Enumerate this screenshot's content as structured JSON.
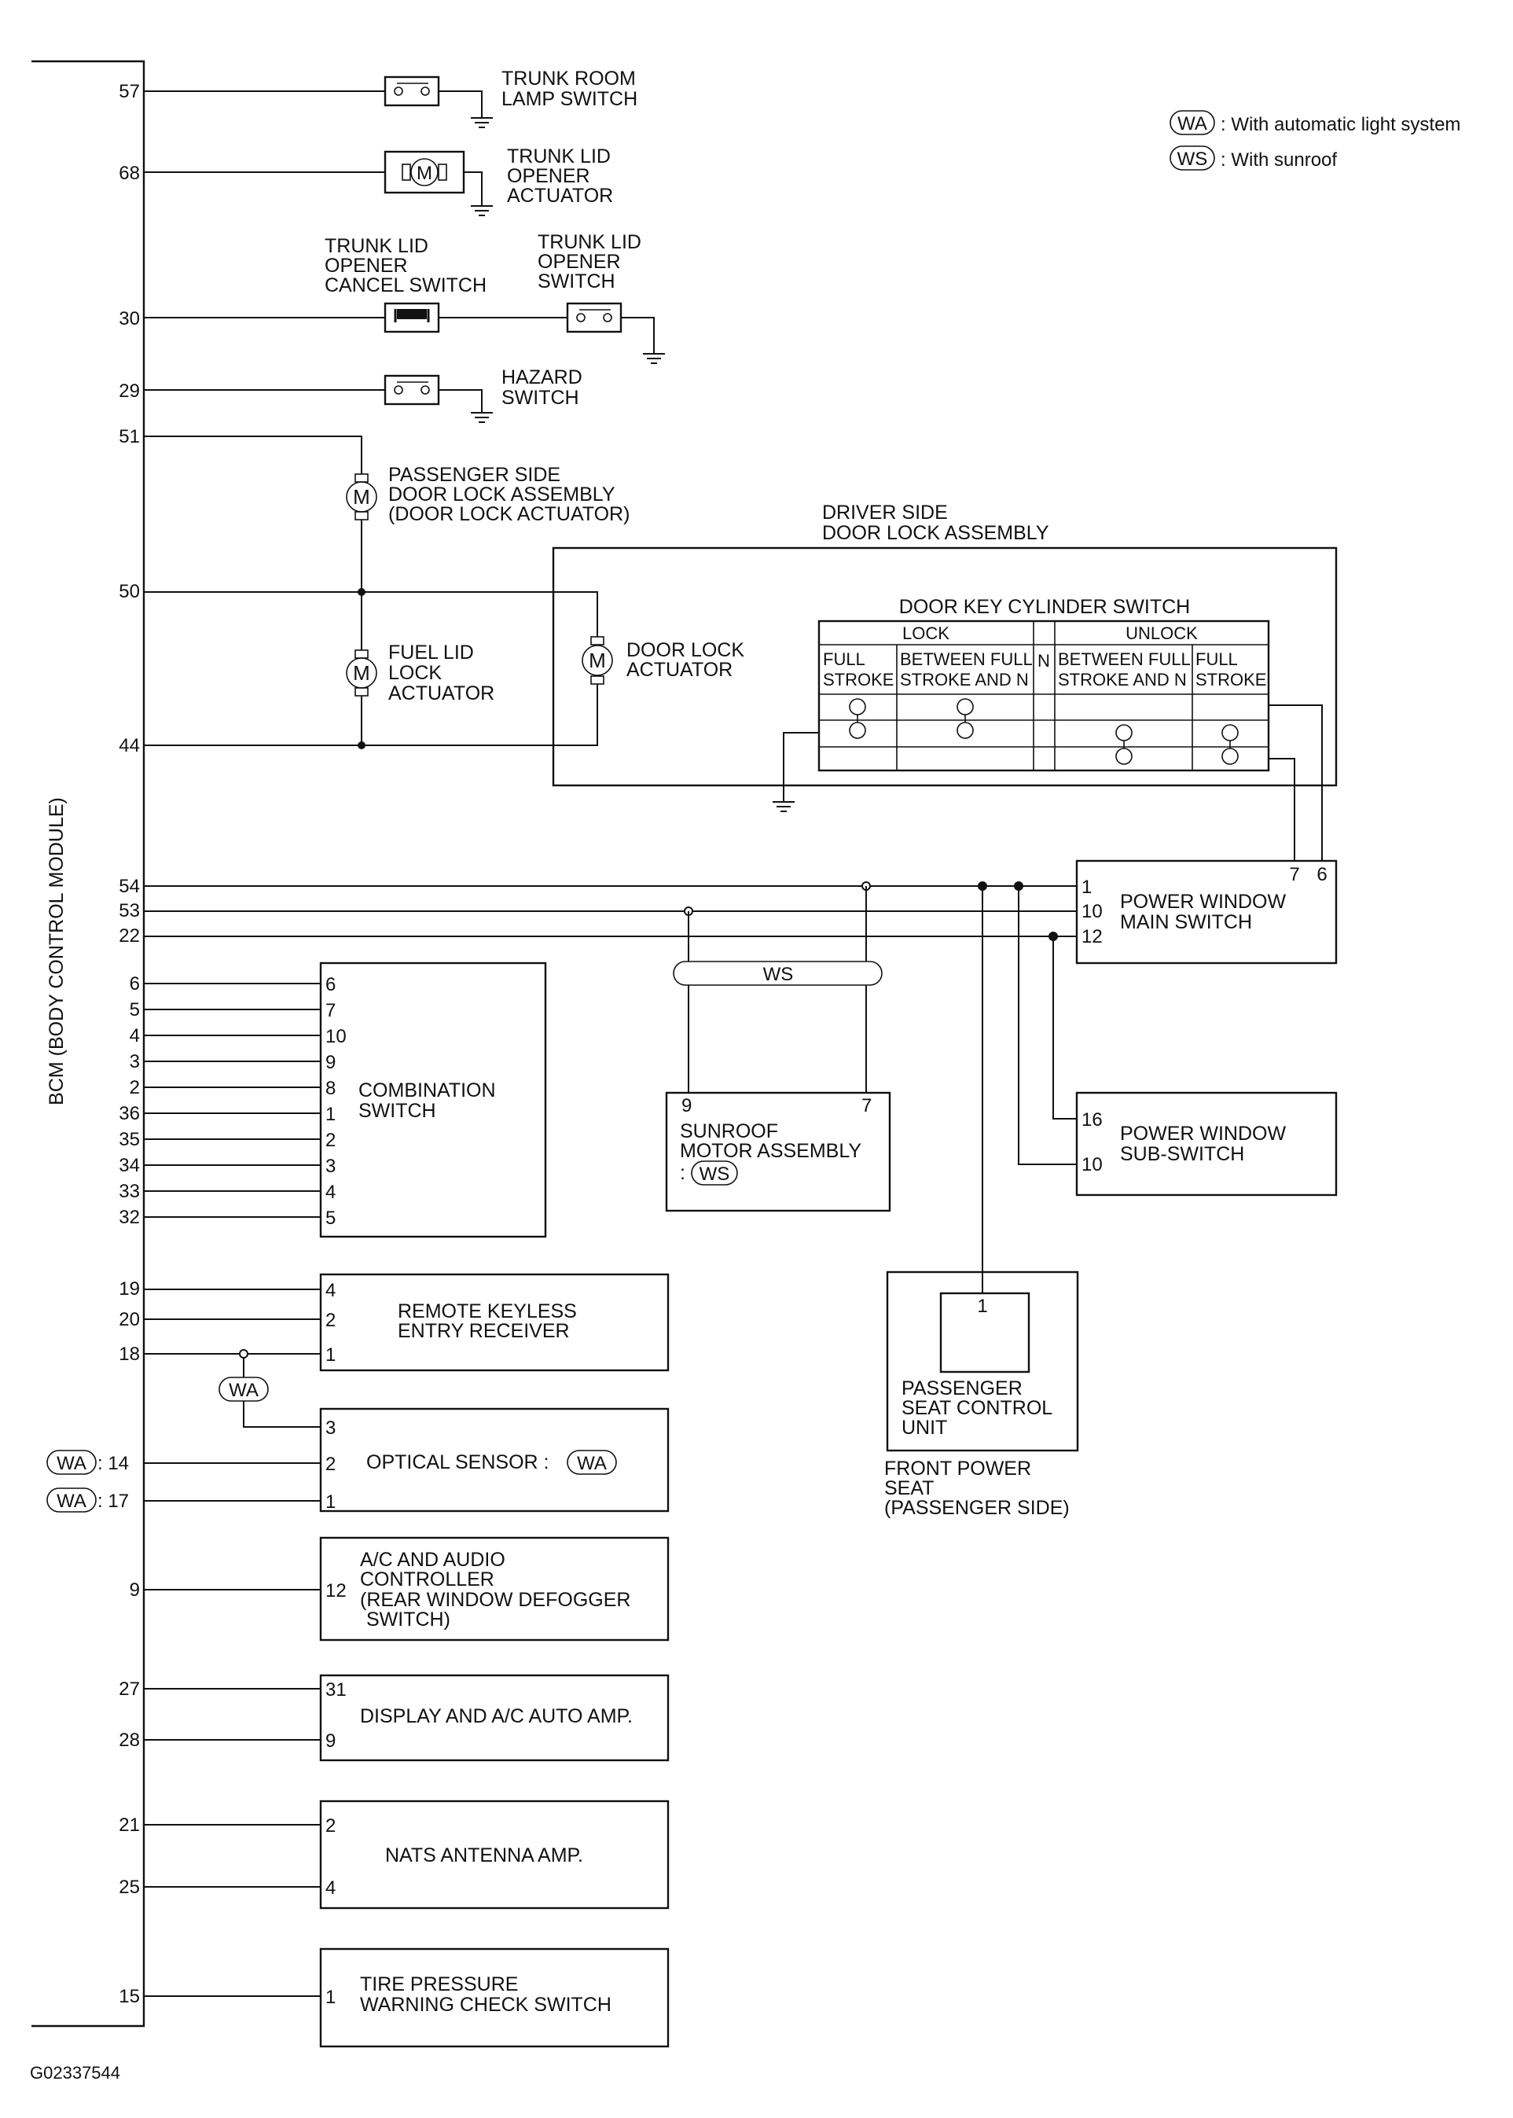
{
  "diagram_id": "G02337544",
  "bcm_label": "BCM (BODY CONTROL MODULE)",
  "legend": {
    "wa_tag": "WA",
    "wa_text": ": With automatic light system",
    "ws_tag": "WS",
    "ws_text": ": With sunroof"
  },
  "trunk_room_lamp_switch": {
    "pin": "57",
    "l1": "TRUNK ROOM",
    "l2": "LAMP SWITCH"
  },
  "trunk_lid_opener_actuator": {
    "pin": "68",
    "l1": "TRUNK LID",
    "l2": "OPENER",
    "l3": "ACTUATOR"
  },
  "trunk_lid_opener_cancel_switch": {
    "pin": "30",
    "l1": "TRUNK LID",
    "l2": "OPENER",
    "l3": "CANCEL SWITCH"
  },
  "trunk_lid_opener_switch": {
    "l1": "TRUNK LID",
    "l2": "OPENER",
    "l3": "SWITCH"
  },
  "hazard_switch": {
    "pin": "29",
    "l1": "HAZARD",
    "l2": "SWITCH"
  },
  "passenger_door_lock": {
    "pin": "51",
    "l1": "PASSENGER SIDE",
    "l2": "DOOR LOCK ASSEMBLY",
    "l3": "(DOOR LOCK ACTUATOR)"
  },
  "fuel_lid_lock_actuator": {
    "pin_top": "50",
    "pin_bottom": "44",
    "l1": "FUEL LID",
    "l2": "LOCK",
    "l3": "ACTUATOR"
  },
  "driver_door_lock": {
    "l1": "DRIVER SIDE",
    "l2": "DOOR LOCK ASSEMBLY",
    "actuator_l1": "DOOR LOCK",
    "actuator_l2": "ACTUATOR",
    "key_cyl_title": "DOOR KEY CYLINDER SWITCH",
    "lock": "LOCK",
    "unlock": "UNLOCK",
    "n": "N",
    "full": "FULL",
    "stroke": "STROKE",
    "between": "BETWEEN FULL",
    "stroke_and_n": "STROKE AND N"
  },
  "motor_symbol": "M",
  "power_window_main_switch": {
    "l1": "POWER WINDOW",
    "l2": "MAIN SWITCH",
    "bcm_pins": [
      "54",
      "53",
      "22"
    ],
    "pins": [
      "1",
      "10",
      "12"
    ],
    "top_pins": [
      "7",
      "6"
    ]
  },
  "ws_bar": "WS",
  "sunroof_motor_assembly": {
    "pin_left": "9",
    "pin_right": "7",
    "l1": "SUNROOF",
    "l2": "MOTOR ASSEMBLY",
    "l3_prefix": ":",
    "tag": "WS"
  },
  "power_window_sub_switch": {
    "pins": [
      "16",
      "10"
    ],
    "l1": "POWER WINDOW",
    "l2": "SUB-SWITCH"
  },
  "front_power_seat": {
    "pin": "1",
    "l1": "PASSENGER",
    "l2": "SEAT CONTROL",
    "l3": "UNIT",
    "o1": "FRONT POWER",
    "o2": "SEAT",
    "o3": "(PASSENGER SIDE)"
  },
  "combination_switch": {
    "l1": "COMBINATION",
    "l2": "SWITCH",
    "bcm_pins": [
      "6",
      "5",
      "4",
      "3",
      "2",
      "36",
      "35",
      "34",
      "33",
      "32"
    ],
    "pins": [
      "6",
      "7",
      "10",
      "9",
      "8",
      "1",
      "2",
      "3",
      "4",
      "5"
    ]
  },
  "remote_keyless": {
    "bcm_pins": [
      "19",
      "20",
      "18"
    ],
    "pins": [
      "4",
      "2",
      "1"
    ],
    "l1": "REMOTE KEYLESS",
    "l2": "ENTRY RECEIVER"
  },
  "wa_branch_tag": "WA",
  "optical_sensor": {
    "label": "OPTICAL SENSOR :",
    "tag": "WA",
    "pins": [
      "3",
      "2",
      "1"
    ],
    "bcm_pin_a": ": 14",
    "bcm_pin_b": ": 17"
  },
  "ac_audio": {
    "bcm_pin": "9",
    "pin": "12",
    "l1": "A/C AND AUDIO",
    "l2": "CONTROLLER",
    "l3": "(REAR WINDOW DEFOGGER",
    "l4": "SWITCH)"
  },
  "display_ac_amp": {
    "bcm_pins": [
      "27",
      "28"
    ],
    "pins": [
      "31",
      "9"
    ],
    "label": "DISPLAY AND A/C AUTO AMP."
  },
  "nats_antenna": {
    "bcm_pins": [
      "21",
      "25"
    ],
    "pins": [
      "2",
      "4"
    ],
    "label": "NATS ANTENNA AMP."
  },
  "tire_pressure": {
    "bcm_pin": "15",
    "pin": "1",
    "l1": "TIRE PRESSURE",
    "l2": "WARNING CHECK SWITCH"
  }
}
